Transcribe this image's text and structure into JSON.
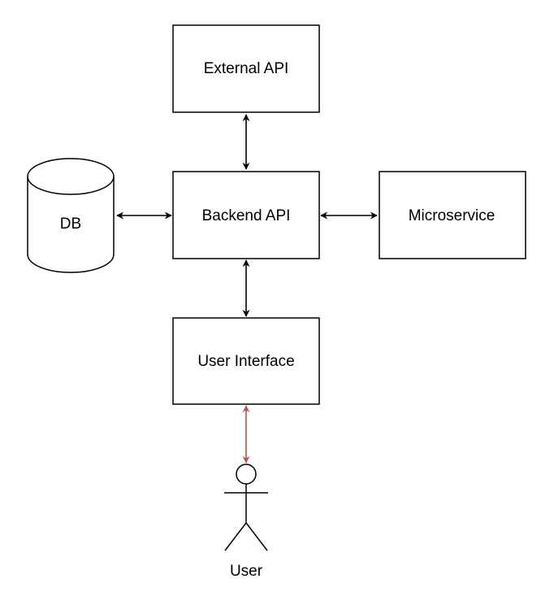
{
  "nodes": {
    "external_api": "External API",
    "backend_api": "Backend API",
    "db": "DB",
    "microservice": "Microservice",
    "user_interface": "User Interface",
    "user": "User"
  },
  "colors": {
    "stroke": "#000000",
    "user_link": "#b85450",
    "background": "#ffffff"
  },
  "connections": [
    {
      "from": "backend_api",
      "to": "external_api",
      "style": "bidirectional-arrow"
    },
    {
      "from": "backend_api",
      "to": "db",
      "style": "bidirectional-arrow"
    },
    {
      "from": "backend_api",
      "to": "microservice",
      "style": "bidirectional-arrow"
    },
    {
      "from": "backend_api",
      "to": "user_interface",
      "style": "bidirectional-arrow"
    },
    {
      "from": "user_interface",
      "to": "user",
      "style": "bidirectional-arrow"
    }
  ]
}
